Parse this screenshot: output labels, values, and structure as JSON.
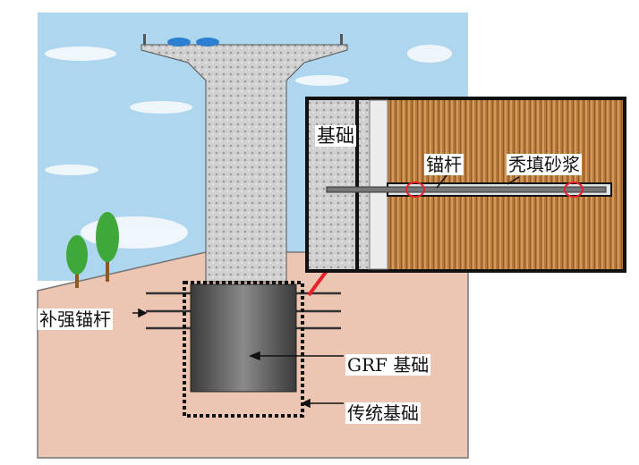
{
  "labels": {
    "foundation_inset": "基础",
    "anchor_rod": "锚杆",
    "fill_mortar": "秃填砂浆",
    "reinforcing_anchors": "补强锚杆",
    "grf_foundation": "GRF 基础",
    "traditional_foundation": "传统基础"
  },
  "colors": {
    "sky": "#a9d3ee",
    "ground": "#ecc6b3",
    "concrete": "#d9d9d9",
    "soil_inset": "#b57a3e",
    "grf": "#5a5a5a",
    "highlight": "#e8202a"
  }
}
